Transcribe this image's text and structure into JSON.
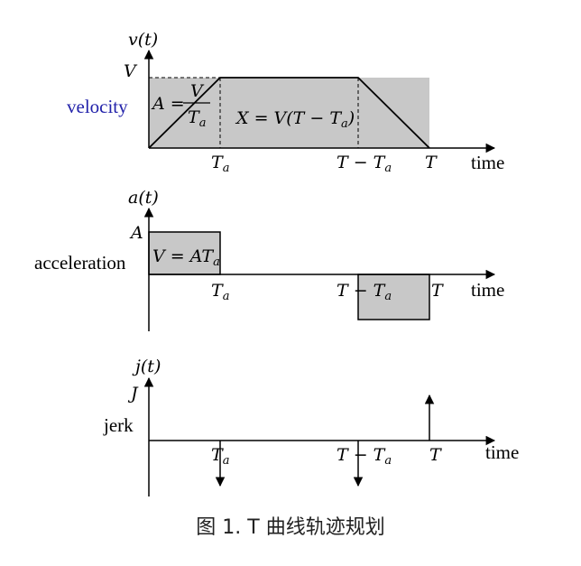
{
  "velocity_panel": {
    "y_axis_label": "v(t)",
    "level_label": "V",
    "row_label": "velocity",
    "area_left_formula": "A = V/Ta",
    "area_mid_formula": "X = V(T − Ta)",
    "tick_ta": "Ta",
    "tick_t_minus_ta": "T − Ta",
    "tick_t": "T",
    "x_axis_label": "time"
  },
  "acceleration_panel": {
    "y_axis_label": "a(t)",
    "level_label": "A",
    "row_label": "acceleration",
    "area_formula": "V = ATa",
    "tick_ta": "Ta",
    "tick_t_minus_ta": "T − Ta",
    "tick_t": "T",
    "x_axis_label": "time"
  },
  "jerk_panel": {
    "y_axis_label": "j(t)",
    "level_label": "J",
    "row_label": "jerk",
    "tick_ta": "Ta",
    "tick_t_minus_ta": "T − Ta",
    "tick_t": "T",
    "x_axis_label": "time"
  },
  "caption": "图 1. T 曲线轨迹规划",
  "colors": {
    "fill": "#c8c8c8",
    "line": "#000000",
    "label_blue": "#2222aa"
  }
}
